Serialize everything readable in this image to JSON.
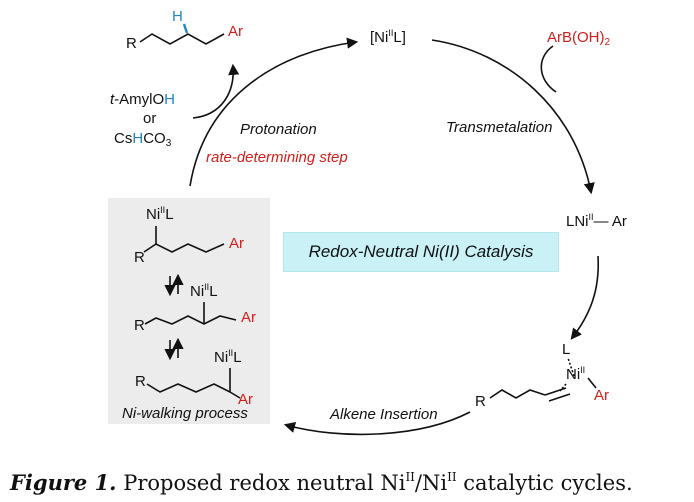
{
  "cycle": {
    "catalyst_prefix": "[Ni",
    "catalyst_ox": "II",
    "catalyst_suffix": "L]",
    "boronic_acid": "ArB(OH)",
    "boronic_acid_sub": "2",
    "transmetalation": "Transmetalation",
    "lnar_prefix": "LNi",
    "lnar_ox": "II",
    "lnar_suffix": "— Ar",
    "insertion_L": "L",
    "insertion_ni": "Ni",
    "insertion_ox": "II",
    "insertion_ar": "Ar",
    "insertion_R": "R",
    "alkene_insertion": "Alkene Insertion",
    "protonation": "Protonation",
    "rds": "rate-determining step",
    "product_R": "R",
    "product_H": "H",
    "product_Ar": "Ar",
    "proton_source_1_prefix": "t",
    "proton_source_1_mid": "-AmylO",
    "proton_source_1_H": "H",
    "proton_source_or": "or",
    "proton_source_2_prefix": "Cs",
    "proton_source_2_H": "H",
    "proton_source_2_suffix": "CO",
    "proton_source_2_sub": "3",
    "center_title": "Redox-Neutral Ni(II) Catalysis"
  },
  "walking": {
    "nil_prefix": "Ni",
    "nil_ox": "II",
    "nil_suffix": "L",
    "R": "R",
    "Ar": "Ar",
    "label": "Ni-walking process"
  },
  "caption": {
    "figure_label": "Figure 1.",
    "text_1": "Proposed redox neutral Ni",
    "ox_1": "II",
    "slash": "/Ni",
    "ox_2": "II",
    "text_2": " catalytic cycles."
  },
  "colors": {
    "accent_red": "#d0201c",
    "accent_blue": "#1f86c0",
    "highlight": "#c9f1f6",
    "panel_gray": "#ececec"
  }
}
